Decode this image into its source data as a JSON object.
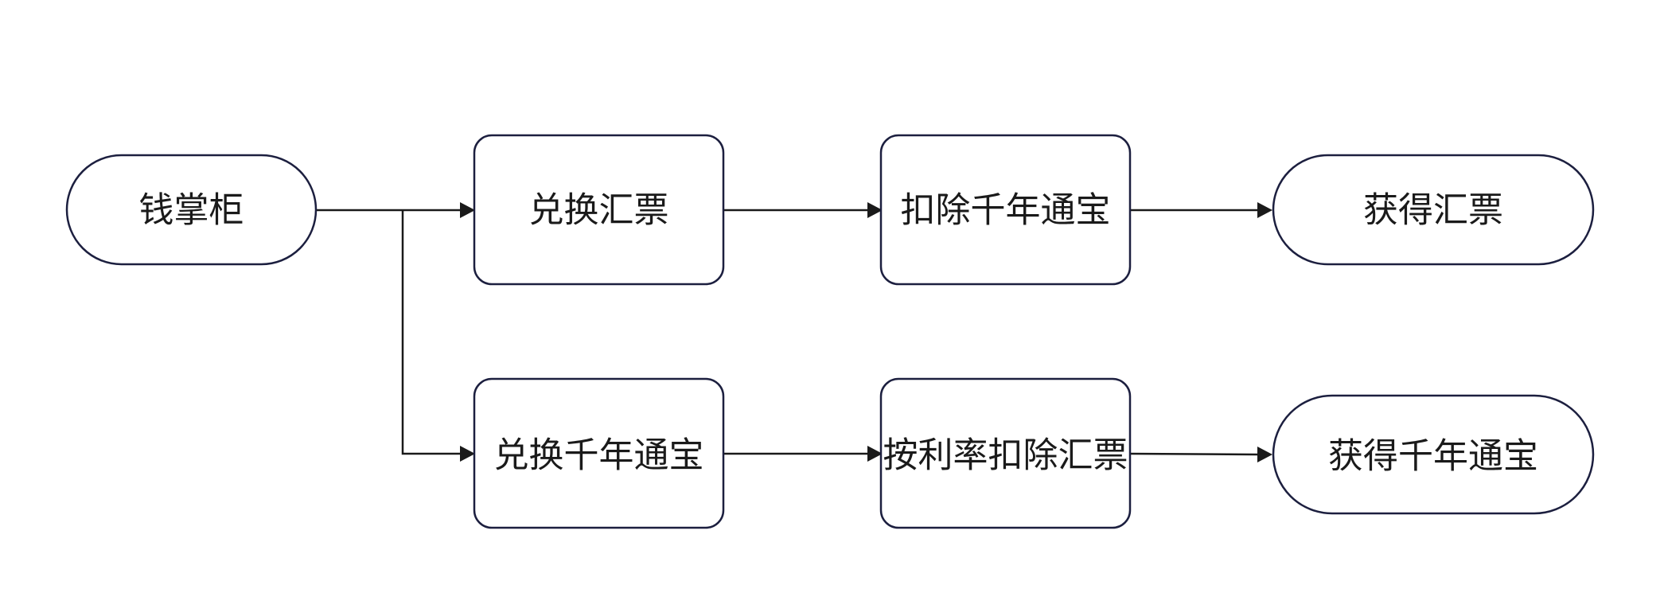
{
  "nodes": {
    "start": "钱掌柜",
    "exchange_draft": "兑换汇票",
    "deduct_coin": "扣除千年通宝",
    "get_draft": "获得汇票",
    "exchange_coin": "兑换千年通宝",
    "deduct_draft_by_rate": "按利率扣除汇票",
    "get_coin": "获得千年通宝"
  },
  "edges": [
    {
      "from": "start",
      "to": "exchange_draft"
    },
    {
      "from": "start",
      "to": "exchange_coin"
    },
    {
      "from": "exchange_draft",
      "to": "deduct_coin"
    },
    {
      "from": "deduct_coin",
      "to": "get_draft"
    },
    {
      "from": "exchange_coin",
      "to": "deduct_draft_by_rate"
    },
    {
      "from": "deduct_draft_by_rate",
      "to": "get_coin"
    }
  ],
  "colors": {
    "node_border": "#1c1f3f",
    "edge": "#1a1a1a",
    "text": "#1a1a1a",
    "background": "#ffffff"
  }
}
